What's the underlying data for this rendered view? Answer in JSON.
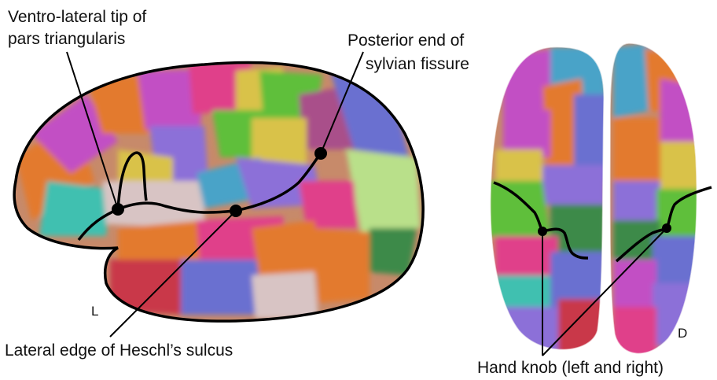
{
  "labels": {
    "pars_triangularis_line1": "Ventro-lateral tip of",
    "pars_triangularis_line2": "pars triangularis",
    "sylvian_line1": "Posterior end of",
    "sylvian_line2": "sylvian fissure",
    "heschl": "Lateral edge of Heschl’s sulcus",
    "hand_knob": "Hand knob (left and right)"
  },
  "view_tags": {
    "lateral": "L",
    "dorsal": "D"
  },
  "colors": {
    "outline": "#000000",
    "parcel_palette": [
      "#e37a2e",
      "#c24fc4",
      "#e0408a",
      "#5fbf3a",
      "#6a6fd0",
      "#4aa3c8",
      "#d9c24a",
      "#a94f8a",
      "#3fc0b0",
      "#b9e08a",
      "#d8c4c4",
      "#3e8a4a",
      "#c9374a",
      "#8c6fd8"
    ]
  }
}
